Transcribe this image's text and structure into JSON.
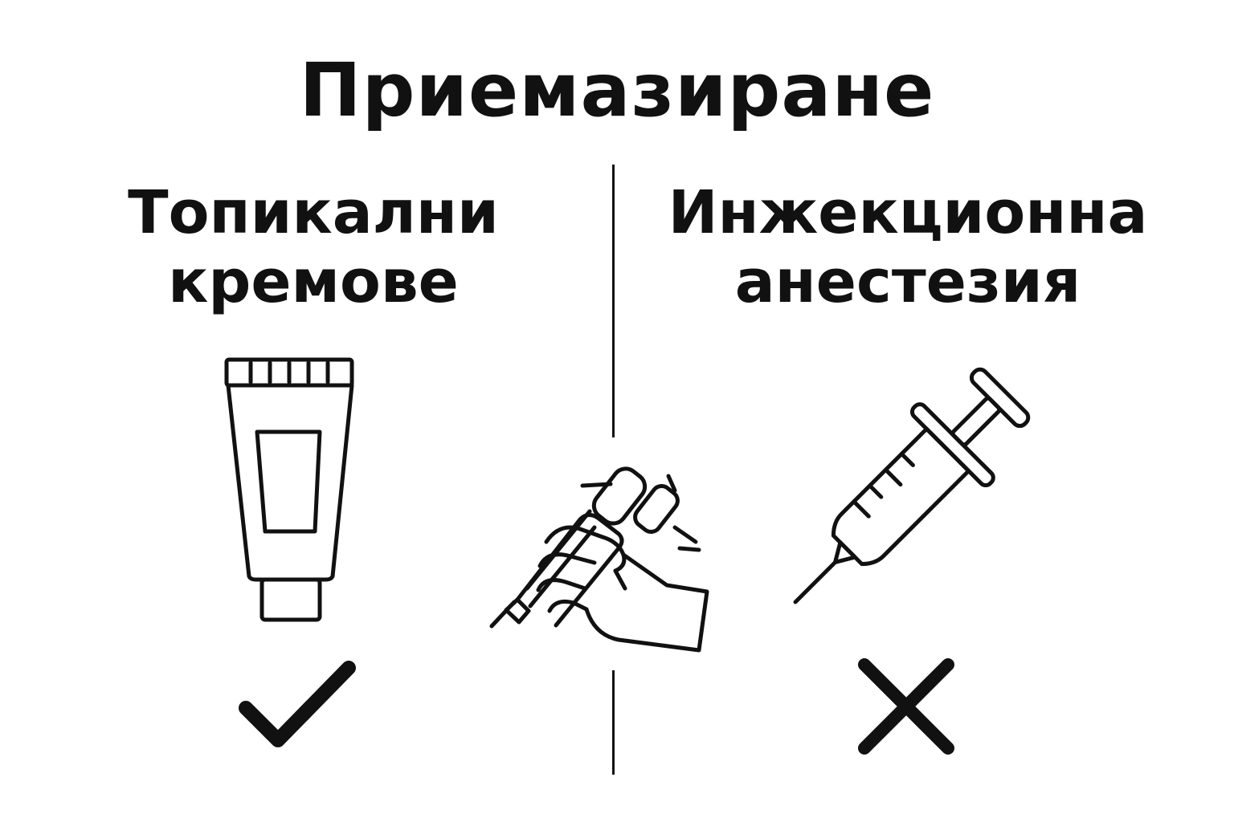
{
  "title": "Приемазиране",
  "left": {
    "heading_line1": "Топикални",
    "heading_line2": "кремове",
    "icon": "cream-tube-icon",
    "verdict_icon": "check-icon"
  },
  "right": {
    "heading_line1": "Инжекционна",
    "heading_line2": "анестезия",
    "icon": "syringe-icon",
    "verdict_icon": "cross-icon"
  },
  "center": {
    "icon": "tattoo-machine-hand-icon"
  }
}
